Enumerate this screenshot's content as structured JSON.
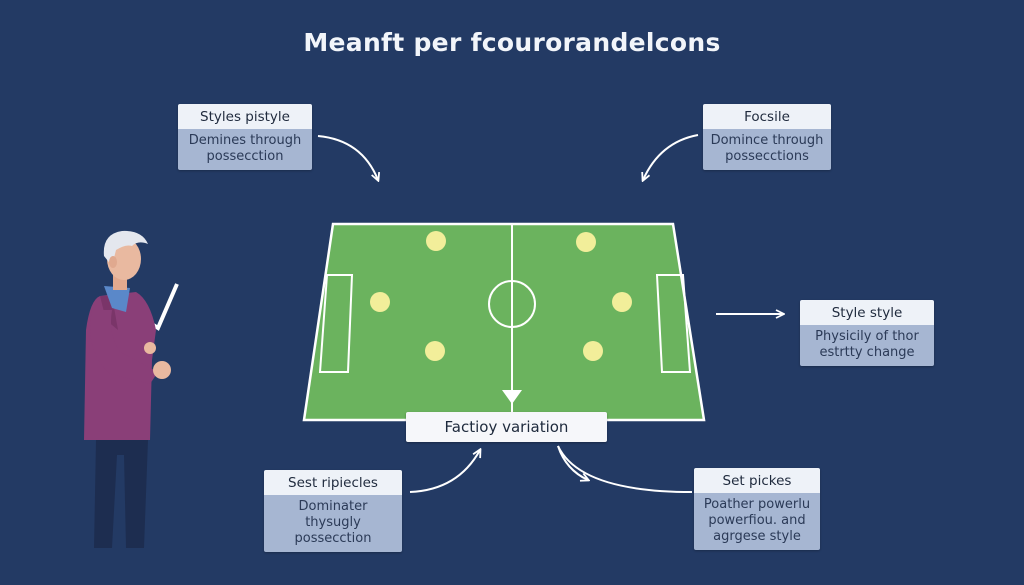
{
  "title": "Meanft per fcourorandelcons",
  "colors": {
    "background": "#233a64",
    "pitch": "#6bb35e",
    "player": "#f2ee9a",
    "card_head": "#eef2f8",
    "card_body": "#a6b6d2",
    "person_jacket": "#8a3f78"
  },
  "cards": {
    "top_left": {
      "heading": "Styles pistyle",
      "body": [
        "Demines through",
        "possecction"
      ]
    },
    "top_right": {
      "heading": "Focsile",
      "body": [
        "Domince through",
        "possecctions"
      ]
    },
    "middle_right": {
      "heading": "Style style",
      "body": [
        "Physicily of thor",
        "estrtty change"
      ]
    },
    "bottom_left": {
      "heading": "Sest ripiecles",
      "body": [
        "Dominater thysugly",
        "possecction"
      ]
    },
    "bottom_right": {
      "heading": "Set pickes",
      "body": [
        "Poather powerlu",
        "powerfiou. and",
        "agrgese style"
      ]
    }
  },
  "pitch_label": "Factioy variation",
  "icons": [
    "curved-arrow-icon",
    "straight-arrow-icon",
    "checkmark-icon",
    "person-illustration"
  ]
}
